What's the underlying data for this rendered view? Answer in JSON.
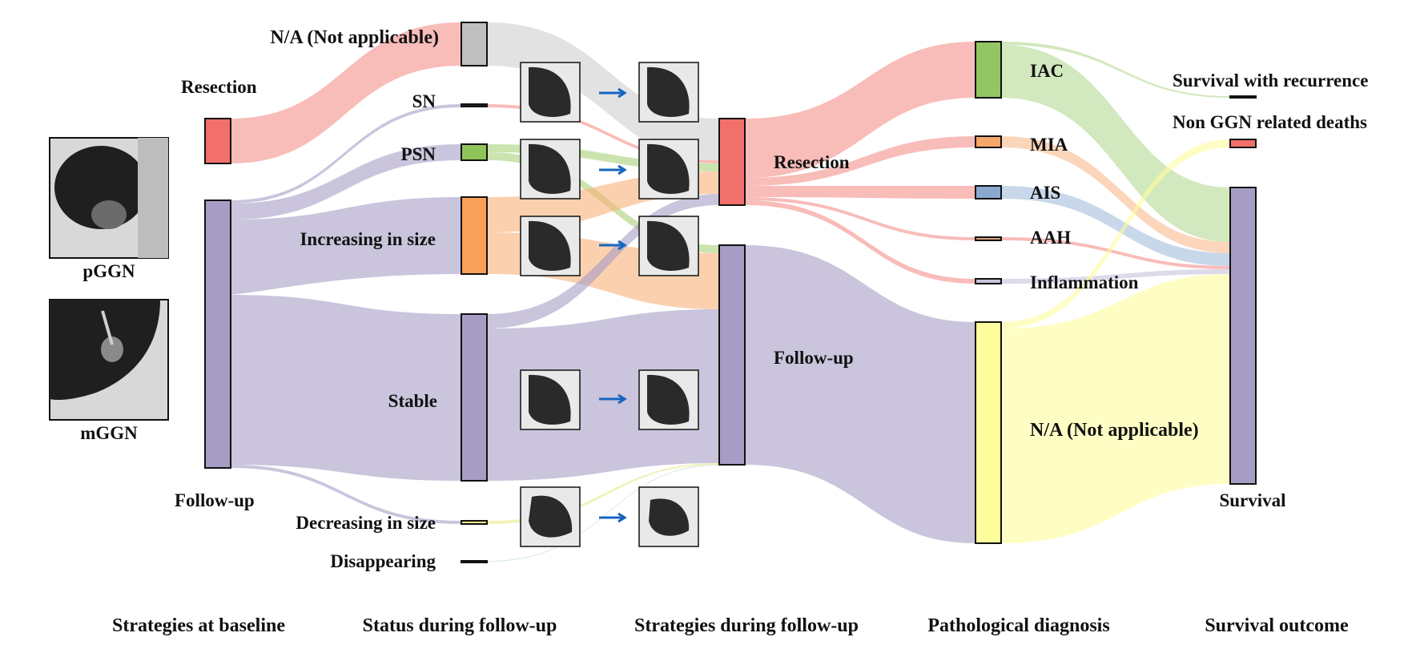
{
  "columns": {
    "c1": "Strategies at baseline",
    "c2": "Status during follow-up",
    "c3": "Strategies during follow-up",
    "c4": "Pathological diagnosis",
    "c5": "Survival outcome"
  },
  "baseline": {
    "resection": "Resection",
    "followup": "Follow-up",
    "pggn": "pGGN",
    "mggn": "mGGN"
  },
  "status": {
    "na": "N/A (Not applicable)",
    "sn": "SN",
    "psn": "PSN",
    "increasing": "Increasing in size",
    "stable": "Stable",
    "decreasing": "Decreasing in size",
    "disappearing": "Disappearing"
  },
  "strategies": {
    "resection": "Resection",
    "followup": "Follow-up"
  },
  "pathology": {
    "iac": "IAC",
    "mia": "MIA",
    "ais": "AIS",
    "aah": "AAH",
    "inflammation": "Inflammation",
    "na": "N/A (Not applicable)"
  },
  "outcome": {
    "recurrence": "Survival with recurrence",
    "deaths": "Non GGN related deaths",
    "survival": "Survival"
  },
  "colors": {
    "resection": "#f2706b",
    "followup": "#a79dc4",
    "na_gray": "#bfbfbf",
    "psn": "#8fc45a",
    "increasing": "#f8a05a",
    "iac": "#92c564",
    "mia": "#f7a66a",
    "ais": "#89a9cf",
    "aah": "#d9a07a",
    "inflammation": "#c8c2dc",
    "na_yellow": "#fdfd9c",
    "arrow": "#1565c0"
  }
}
